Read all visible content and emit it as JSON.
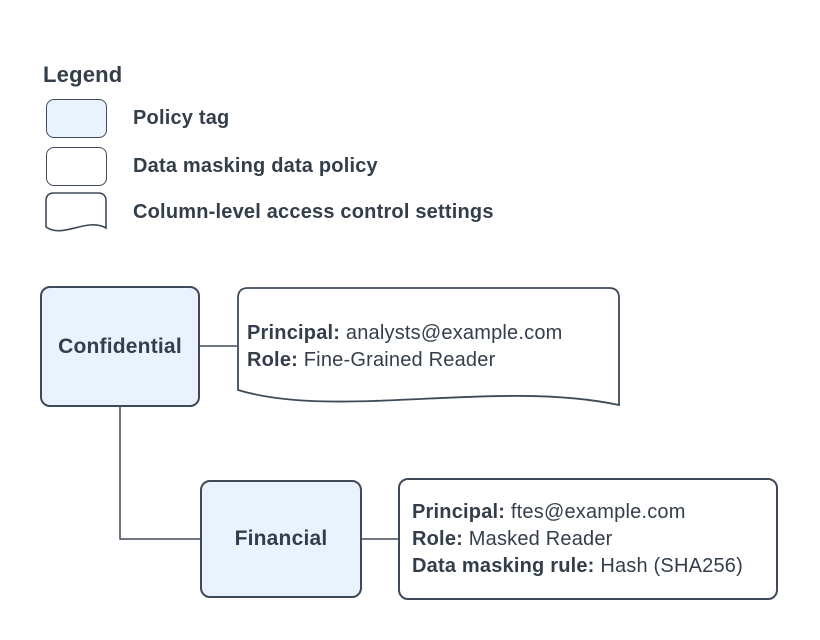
{
  "colors": {
    "background": "#ffffff",
    "policy_tag_fill": "#eaf2fd",
    "shape_fill": "#ffffff",
    "shape_border": "#3e4a59",
    "text": "#343e4b"
  },
  "legend": {
    "title": "Legend",
    "items": [
      {
        "shape": "policy-tag-swatch",
        "label": "Policy tag"
      },
      {
        "shape": "data-masking-policy-swatch",
        "label": "Data masking data policy"
      },
      {
        "shape": "column-access-settings-swatch",
        "label": "Column-level access control settings"
      }
    ]
  },
  "diagram": {
    "nodes": {
      "confidential": {
        "type": "policy-tag",
        "label": "Confidential"
      },
      "financial": {
        "type": "policy-tag",
        "label": "Financial"
      },
      "access_control_settings": {
        "type": "column-level-access-control-settings",
        "fields": [
          {
            "name": "Principal:",
            "value": "analysts@example.com"
          },
          {
            "name": "Role:",
            "value": "Fine-Grained Reader"
          }
        ]
      },
      "masking_policy": {
        "type": "data-masking-data-policy",
        "fields": [
          {
            "name": "Principal:",
            "value": "ftes@example.com"
          },
          {
            "name": "Role:",
            "value": "Masked Reader"
          },
          {
            "name": "Data masking rule:",
            "value": "Hash (SHA256)"
          }
        ]
      }
    },
    "edges": [
      {
        "from": "confidential",
        "to": "access_control_settings"
      },
      {
        "from": "confidential",
        "to": "financial"
      },
      {
        "from": "financial",
        "to": "masking_policy"
      }
    ]
  }
}
